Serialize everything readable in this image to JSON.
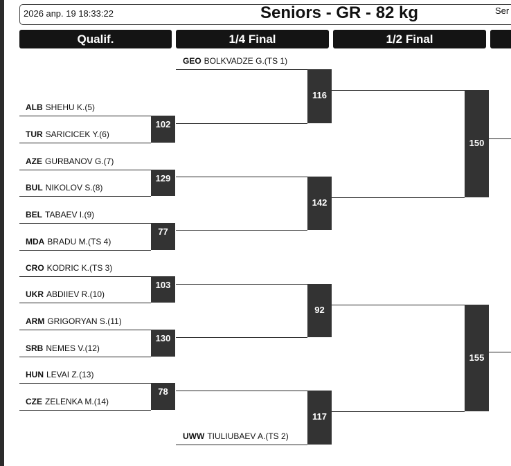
{
  "header": {
    "datetime": "2026 апр. 19 18:33:22",
    "title": "Seniors - GR - 82 kg",
    "title_right": "Ser"
  },
  "rounds": [
    "Qualif.",
    "1/4 Final",
    "1/2 Final"
  ],
  "athletes": [
    {
      "country": "GEO",
      "name": "BOLKVADZE G.(TS 1)"
    },
    {
      "country": "ALB",
      "name": "SHEHU K.(5)"
    },
    {
      "country": "TUR",
      "name": "SARICICEK Y.(6)"
    },
    {
      "country": "AZE",
      "name": "GURBANOV G.(7)"
    },
    {
      "country": "BUL",
      "name": "NIKOLOV S.(8)"
    },
    {
      "country": "BEL",
      "name": "TABAEV I.(9)"
    },
    {
      "country": "MDA",
      "name": "BRADU M.(TS 4)"
    },
    {
      "country": "CRO",
      "name": "KODRIC K.(TS 3)"
    },
    {
      "country": "UKR",
      "name": "ABDIIEV R.(10)"
    },
    {
      "country": "ARM",
      "name": "GRIGORYAN S.(11)"
    },
    {
      "country": "SRB",
      "name": "NEMES V.(12)"
    },
    {
      "country": "HUN",
      "name": "LEVAI Z.(13)"
    },
    {
      "country": "CZE",
      "name": "ZELENKA M.(14)"
    },
    {
      "country": "UWW",
      "name": "TIULIUBAEV A.(TS 2)"
    }
  ],
  "matches": {
    "qualif": [
      "102",
      "129",
      "77",
      "103",
      "130",
      "78"
    ],
    "quarter": [
      "116",
      "142",
      "92",
      "117"
    ],
    "semi": [
      "150",
      "155"
    ]
  }
}
